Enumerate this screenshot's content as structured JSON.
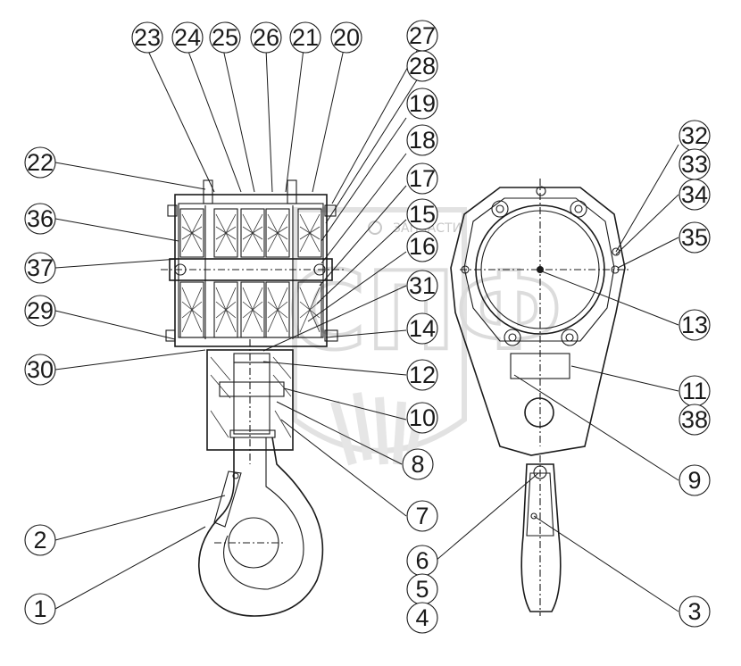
{
  "watermark": {
    "text": "ЗАПЧАСТИ",
    "big_text": "СПФ"
  },
  "callouts": {
    "c1": "1",
    "c2": "2",
    "c3": "3",
    "c4": "4",
    "c5": "5",
    "c6": "6",
    "c7": "7",
    "c8": "8",
    "c9": "9",
    "c10": "10",
    "c11": "11",
    "c12": "12",
    "c13": "13",
    "c14": "14",
    "c15": "15",
    "c16": "16",
    "c17": "17",
    "c18": "18",
    "c19": "19",
    "c20": "20",
    "c21": "21",
    "c22": "22",
    "c23": "23",
    "c24": "24",
    "c25": "25",
    "c26": "26",
    "c27": "27",
    "c28": "28",
    "c29": "29",
    "c30": "30",
    "c31": "31",
    "c32": "32",
    "c33": "33",
    "c34": "34",
    "c35": "35",
    "c36": "36",
    "c37": "37",
    "c38": "38"
  }
}
